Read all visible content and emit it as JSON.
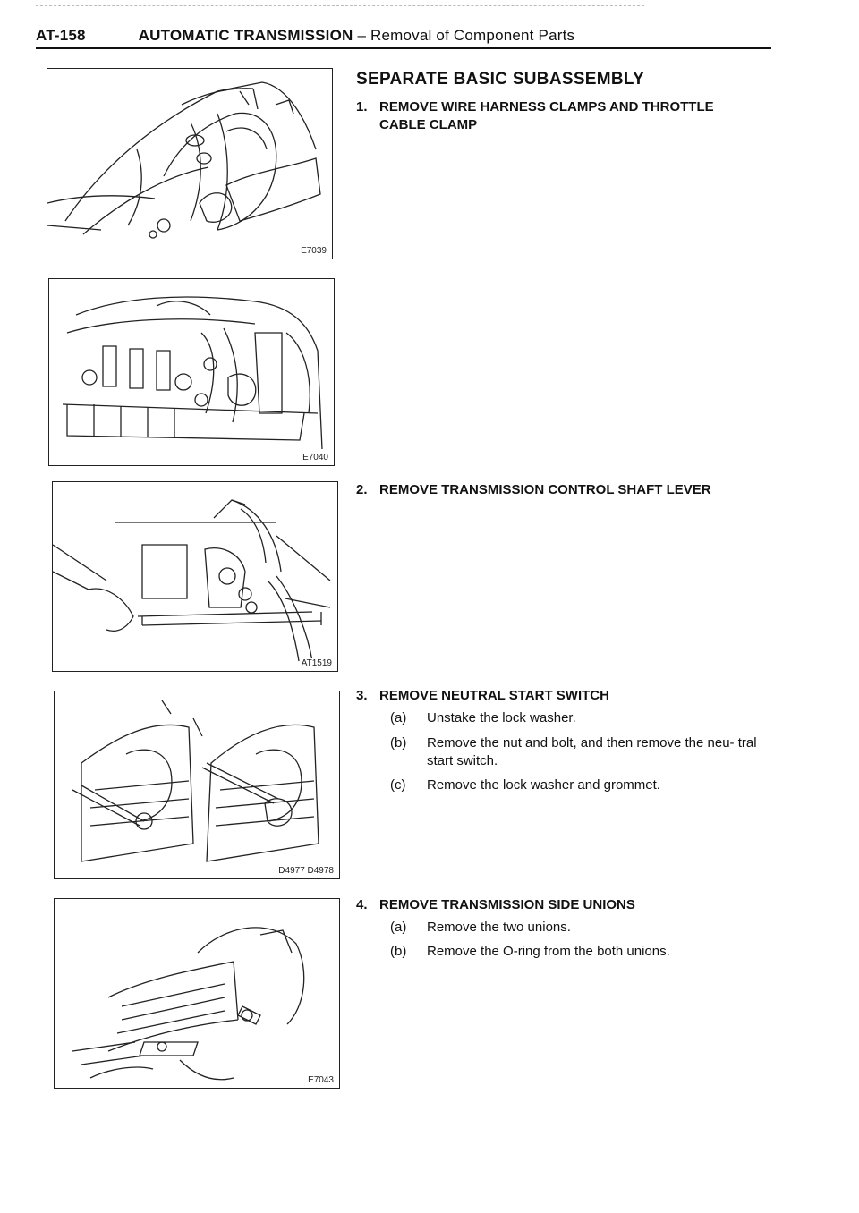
{
  "header": {
    "page_number": "AT-158",
    "section": "AUTOMATIC TRANSMISSION",
    "subtitle": " – Removal of Component Parts"
  },
  "figures": [
    {
      "code": "E7039"
    },
    {
      "code": "E7040"
    },
    {
      "code": "AT1519"
    },
    {
      "code": "D4977 D4978"
    },
    {
      "code": "E7043"
    }
  ],
  "heading": "SEPARATE BASIC SUBASSEMBLY",
  "steps": [
    {
      "num": "1.",
      "title_line1": "REMOVE WIRE HARNESS CLAMPS AND THROTTLE",
      "title_line2": "CABLE CLAMP"
    },
    {
      "num": "2.",
      "title": "REMOVE TRANSMISSION CONTROL SHAFT LEVER"
    },
    {
      "num": "3.",
      "title": "REMOVE NEUTRAL START SWITCH",
      "items": [
        {
          "key": "(a)",
          "text": "Unstake the lock washer."
        },
        {
          "key": "(b)",
          "text": "Remove the nut and bolt, and then remove the neu- tral start switch."
        },
        {
          "key": "(c)",
          "text": "Remove the lock washer and grommet."
        }
      ]
    },
    {
      "num": "4.",
      "title": "REMOVE TRANSMISSION SIDE UNIONS",
      "items": [
        {
          "key": "(a)",
          "text": "Remove the two unions."
        },
        {
          "key": "(b)",
          "text": "Remove the O-ring from the both unions."
        }
      ]
    }
  ]
}
